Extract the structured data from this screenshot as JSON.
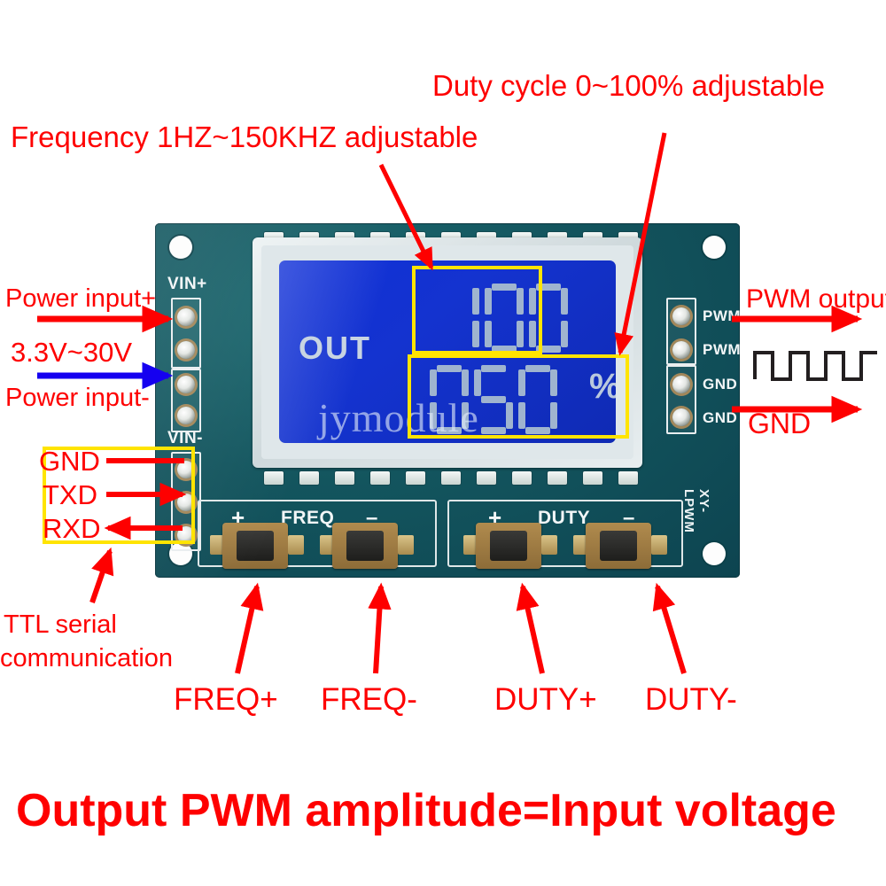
{
  "product": {
    "board_name": "XY-LPWM",
    "watermark": "jymodule",
    "pcb_color": "#13555e",
    "annotation_color": "#fe0000",
    "highlight_color": "#ffe400",
    "negative_arrow_color": "#1500f0"
  },
  "annotations": {
    "frequency": "Frequency 1HZ~150KHZ adjustable",
    "duty_cycle": "Duty cycle 0~100% adjustable",
    "power_input_plus": "Power input+",
    "voltage_range": "3.3V~30V",
    "power_input_minus": "Power input-",
    "pwm_output": "PWM output",
    "gnd_output": "GND",
    "ttl_serial": "TTL serial",
    "ttl_serial_line2": "communication",
    "freq_plus": "FREQ+",
    "freq_minus": "FREQ-",
    "duty_plus": "DUTY+",
    "duty_minus": "DUTY-",
    "footer": "Output PWM amplitude=Input voltage"
  },
  "serial_pins": {
    "gnd": "GND",
    "txd": "TXD",
    "rxd": "RXD"
  },
  "lcd": {
    "label": "OUT",
    "frequency_value": "100",
    "duty_value": "050",
    "percent_symbol": "%",
    "frequency_digits": [
      "1",
      "0",
      "0"
    ],
    "duty_digits": [
      "0",
      "5",
      "0"
    ]
  },
  "silkscreen": {
    "vin_plus": "VIN+",
    "vin_minus": "VIN-",
    "out_pins": [
      "PWM",
      "PWM",
      "GND",
      "GND"
    ],
    "freq_plus_sign": "+",
    "freq_label": "FREQ",
    "freq_minus_sign": "–",
    "duty_plus_sign": "+",
    "duty_label": "DUTY",
    "duty_minus_sign": "–",
    "board_marking": "XY-LPWM"
  }
}
